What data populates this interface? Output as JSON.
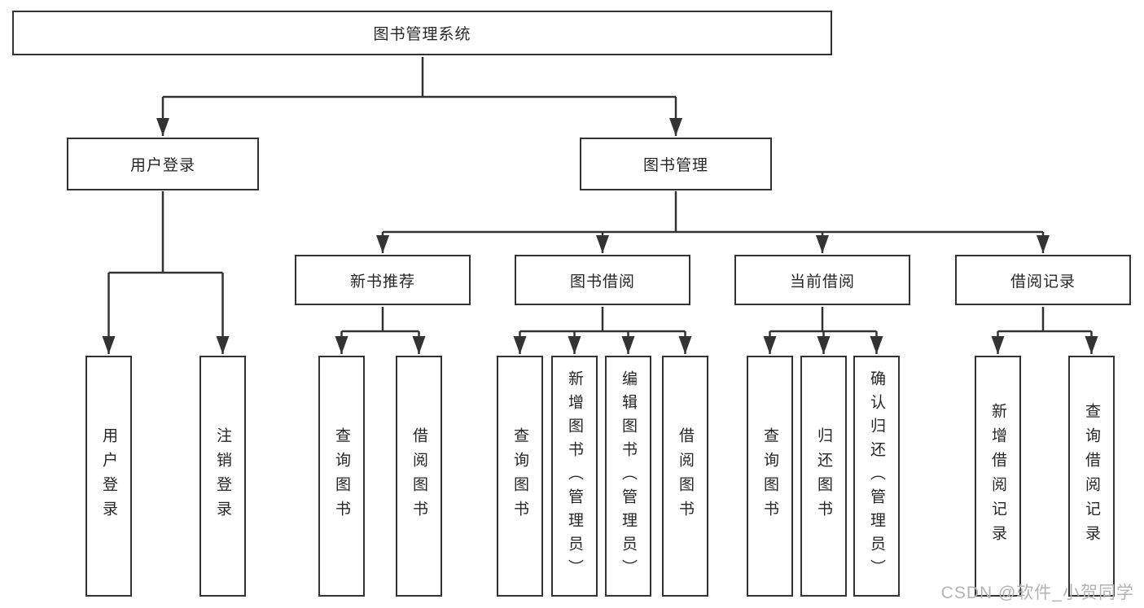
{
  "title": "图书管理系统",
  "watermark": "CSDN @软件_小贺同学",
  "colors": {
    "line": "#333333",
    "box_border": "#333333",
    "text": "#262626",
    "watermark": "#b3b3b3",
    "background": "#ffffff"
  },
  "tree": {
    "label": "图书管理系统",
    "children": [
      {
        "label": "用户登录",
        "children": [
          {
            "label": "用户登录"
          },
          {
            "label": "注销登录"
          }
        ]
      },
      {
        "label": "图书管理",
        "children": [
          {
            "label": "新书推荐",
            "children": [
              {
                "label": "查询图书"
              },
              {
                "label": "借阅图书"
              }
            ]
          },
          {
            "label": "图书借阅",
            "children": [
              {
                "label": "查询图书"
              },
              {
                "label": "新增图书（管理员）"
              },
              {
                "label": "编辑图书（管理员）"
              },
              {
                "label": "借阅图书"
              }
            ]
          },
          {
            "label": "当前借阅",
            "children": [
              {
                "label": "查询图书"
              },
              {
                "label": "归还图书"
              },
              {
                "label": "确认归还（管理员）"
              }
            ]
          },
          {
            "label": "借阅记录",
            "children": [
              {
                "label": "新增借阅记录"
              },
              {
                "label": "查询借阅记录"
              }
            ]
          }
        ]
      }
    ]
  }
}
